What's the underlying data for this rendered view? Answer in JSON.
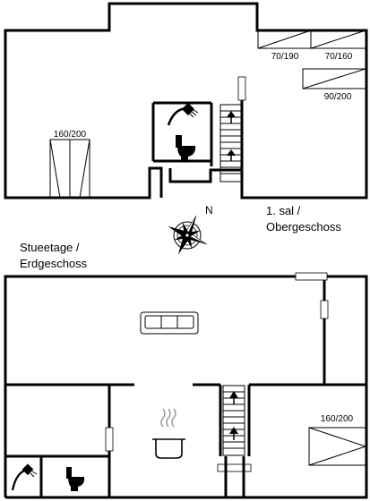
{
  "floors": {
    "upper": {
      "label_line1": "1. sal /",
      "label_line2": "Obergeschoss",
      "beds": [
        {
          "label": "70/190"
        },
        {
          "label": "70/160"
        },
        {
          "label": "90/200"
        },
        {
          "label": "160/200"
        }
      ]
    },
    "ground": {
      "label_line1": "Stueetage /",
      "label_line2": "Erdgeschoss",
      "beds": [
        {
          "label": "160/200"
        }
      ]
    }
  },
  "compass": {
    "north_label": "N"
  },
  "icons": [
    "shower-icon",
    "toilet-icon",
    "sofa-icon",
    "cooking-pot-icon",
    "stairs-icon",
    "compass-rose-icon"
  ]
}
